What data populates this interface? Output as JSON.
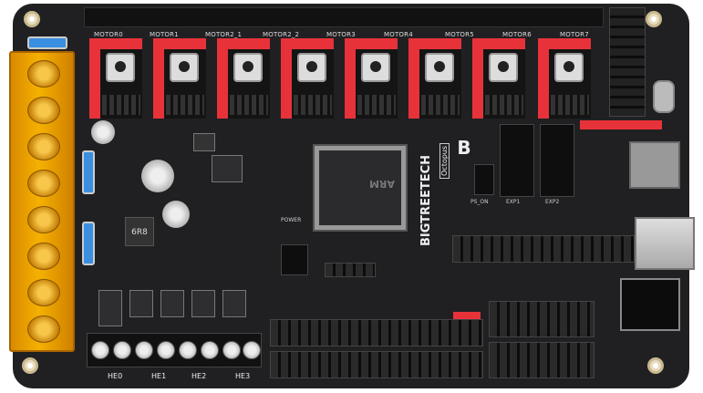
{
  "board": {
    "brand": "BIGTREETECH",
    "model": "Octopus",
    "motor_labels": [
      "MOTOR0",
      "MOTOR1",
      "MOTOR2_1",
      "MOTOR2_2",
      "MOTOR3",
      "MOTOR4",
      "MOTOR5",
      "MOTOR6",
      "MOTOR7"
    ],
    "heater_labels": [
      "HE0",
      "HE1",
      "HE2",
      "HE3"
    ],
    "exp_labels": [
      "EXP1",
      "EXP2"
    ],
    "ps_on_label": "PS_ON",
    "power_label": "POWER",
    "chip_label": "ARM",
    "inductor_label": "6R8",
    "colors": {
      "pcb": "#202023",
      "driver": "#e8323a",
      "terminal": "#f5b100",
      "fuse": "#3a8fe0"
    }
  }
}
